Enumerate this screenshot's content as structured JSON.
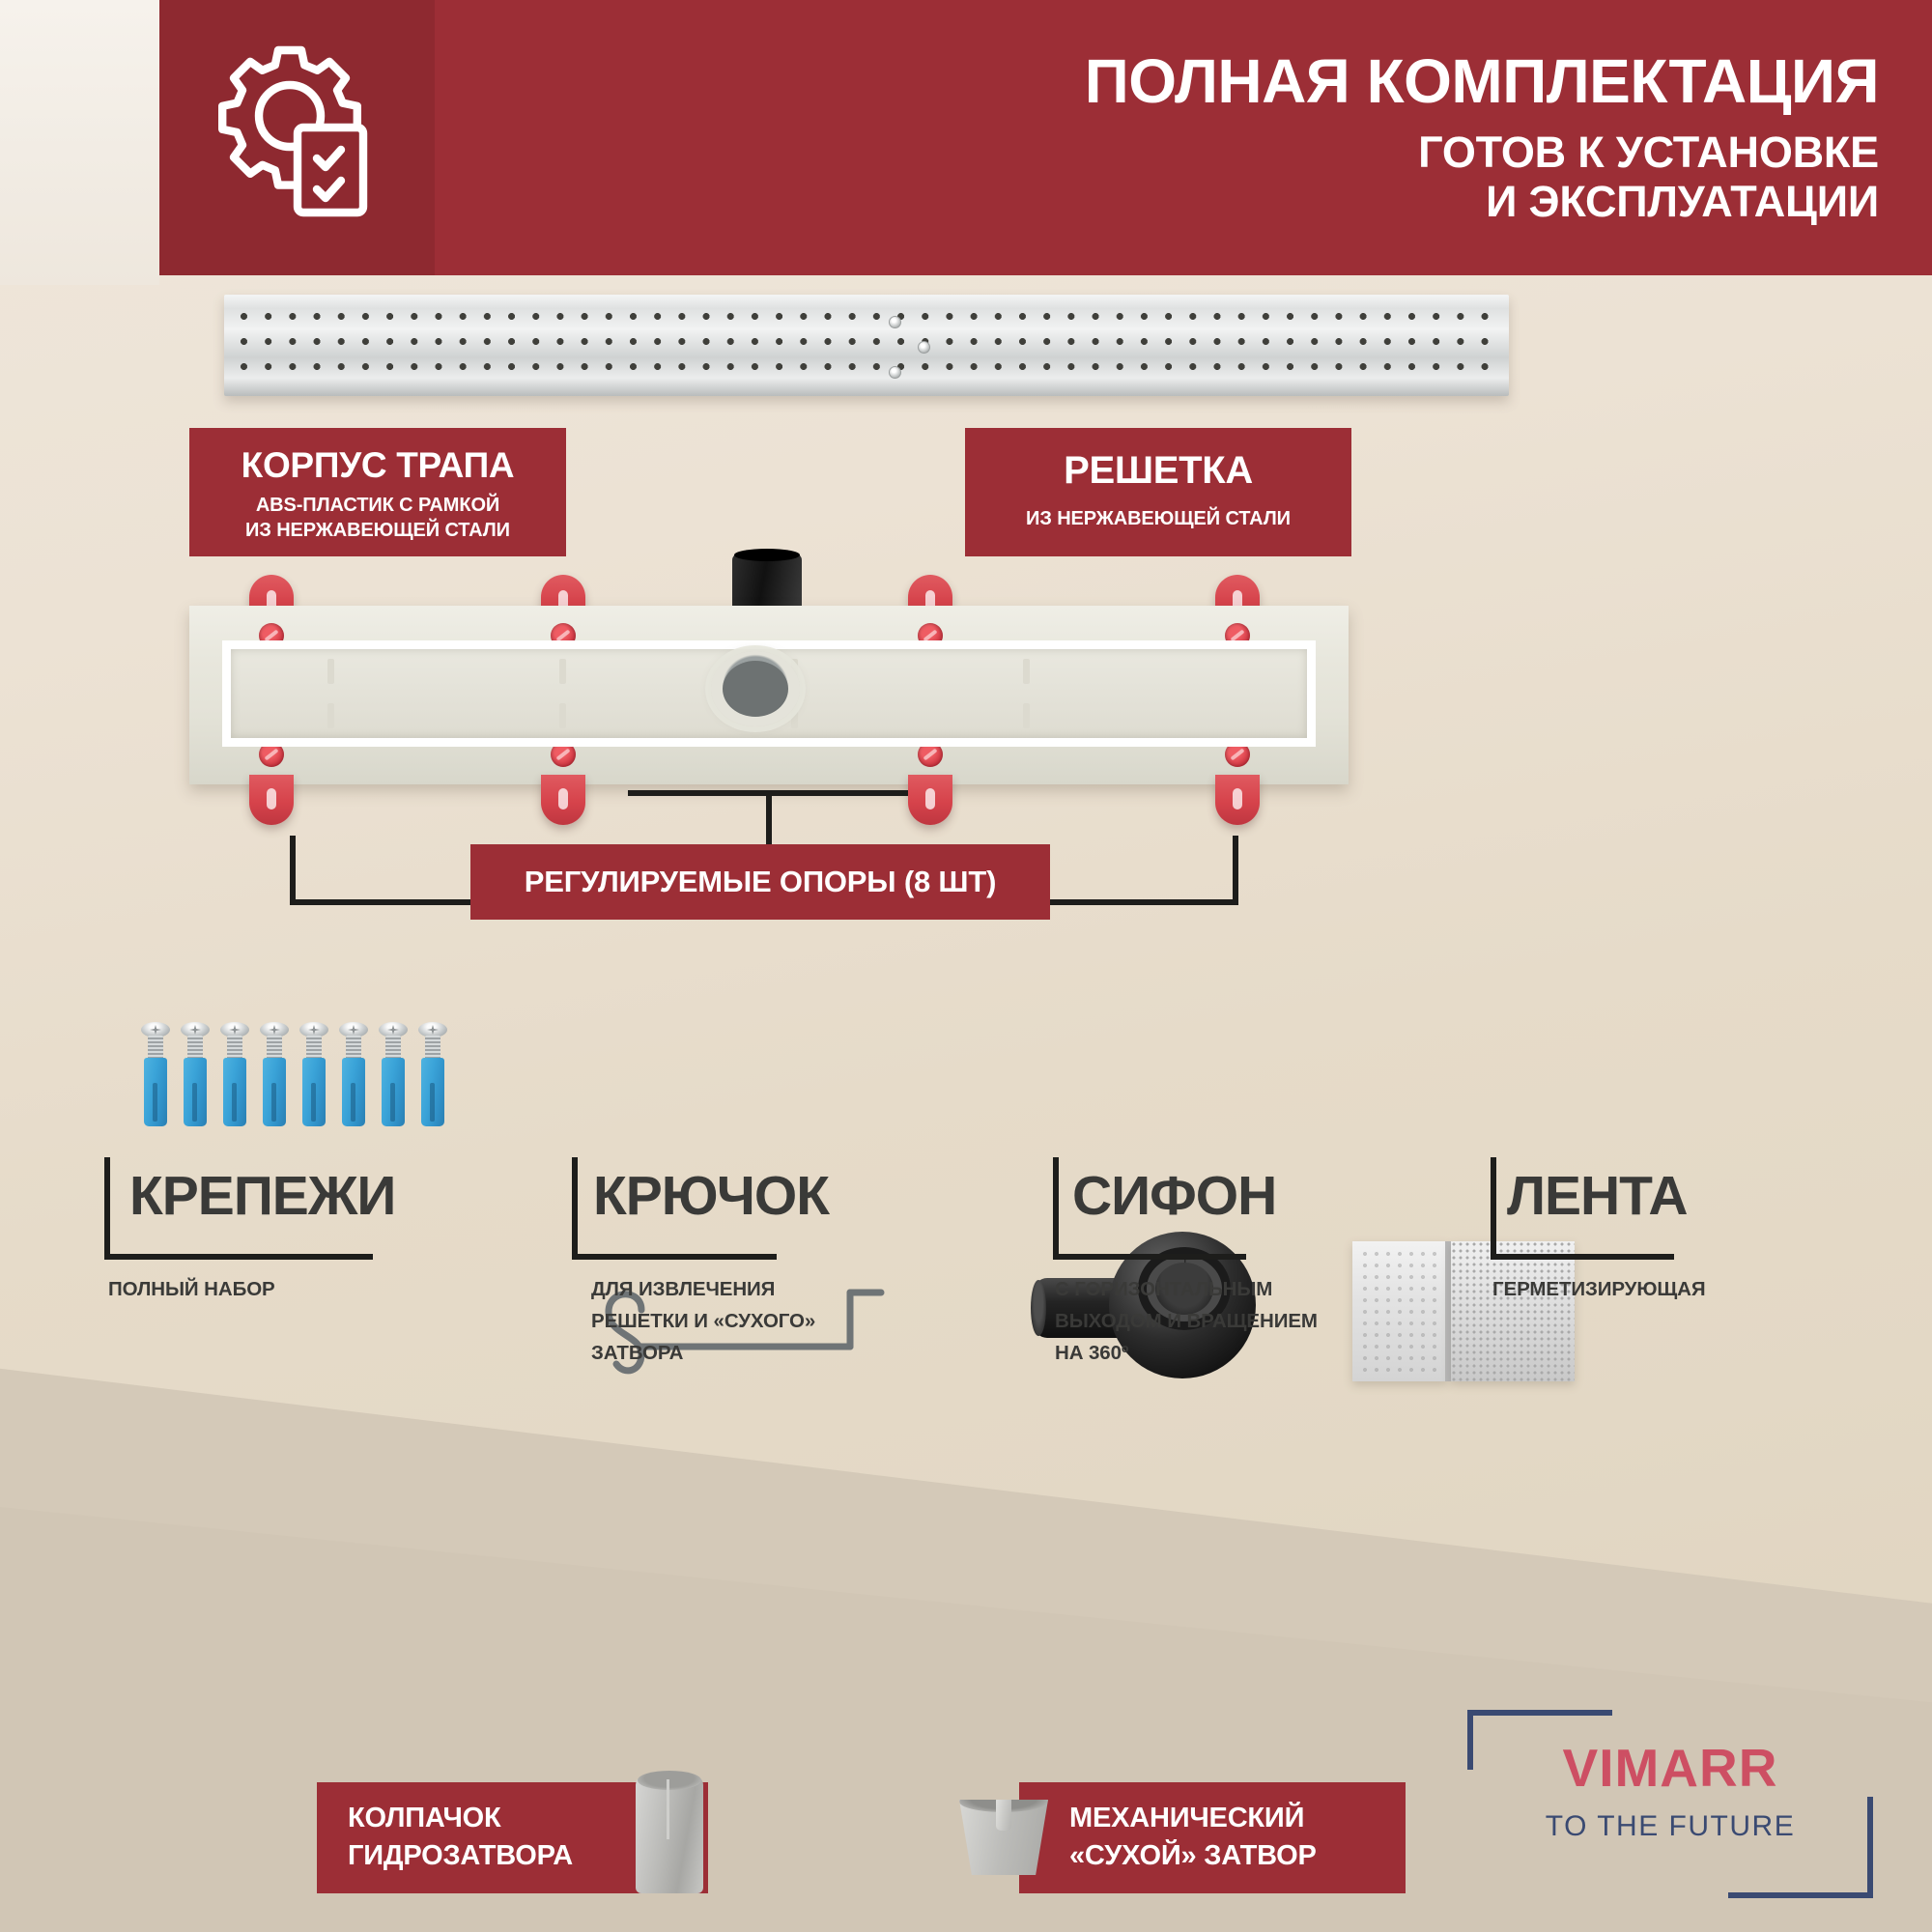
{
  "theme": {
    "red": "#9c2e36",
    "dark": "#3a3a38",
    "bg": "#e9e0d4",
    "logo_red": "#cd4f63",
    "logo_blue": "#3a4a72"
  },
  "header": {
    "icon": "gear-checklist-icon",
    "title": "ПОЛНАЯ КОМПЛЕКТАЦИЯ",
    "subtitle_line1": "ГОТОВ К УСТАНОВКЕ",
    "subtitle_line2": "И ЭКСПЛУАТАЦИИ"
  },
  "callouts": {
    "body": {
      "title": "КОРПУС ТРАПА",
      "sub_line1": "ABS-ПЛАСТИК С РАМКОЙ",
      "sub_line2": "ИЗ НЕРЖАВЕЮЩЕЙ СТАЛИ"
    },
    "grate": {
      "title": "РЕШЕТКА",
      "sub_line1": "ИЗ НЕРЖАВЕЮЩЕЙ СТАЛИ"
    },
    "supports": {
      "title": "РЕГУЛИРУЕМЫЕ ОПОРЫ (8 ШТ)"
    }
  },
  "accessories": [
    {
      "key": "fasteners",
      "title": "КРЕПЕЖИ",
      "desc_lines": [
        "ПОЛНЫЙ НАБОР"
      ],
      "image": "anchor-screws-image",
      "count": 8
    },
    {
      "key": "hook",
      "title": "КРЮЧОК",
      "desc_lines": [
        "ДЛЯ ИЗВЛЕЧЕНИЯ",
        "РЕШЕТКИ И «СУХОГО»",
        "ЗАТВОРА"
      ],
      "image": "hook-image"
    },
    {
      "key": "siphon",
      "title": "СИФОН",
      "desc_lines": [
        "С ГОРИЗОНТАЛЬНЫМ",
        "ВЫХОДОМ И ВРАЩЕНИЕМ",
        "НА 360º"
      ],
      "image": "siphon-image"
    },
    {
      "key": "tape",
      "title": "ЛЕНТА",
      "desc_lines": [
        "ГЕРМЕТИЗИРУЮЩАЯ"
      ],
      "image": "sealing-tape-image"
    }
  ],
  "bottom_boxes": [
    {
      "key": "water-seal-cap",
      "line1": "КОЛПАЧОК",
      "line2": "ГИДРОЗАТВОРА",
      "image": "water-seal-cap-image"
    },
    {
      "key": "mechanical-dry-seal",
      "line1": "МЕХАНИЧЕСКИЙ",
      "line2": "«СУХОЙ» ЗАТВОР",
      "image": "dry-seal-image"
    }
  ],
  "logo": {
    "name": "Vimarr",
    "name_display": "VIMARR",
    "tagline": "TO THE FUTURE"
  }
}
